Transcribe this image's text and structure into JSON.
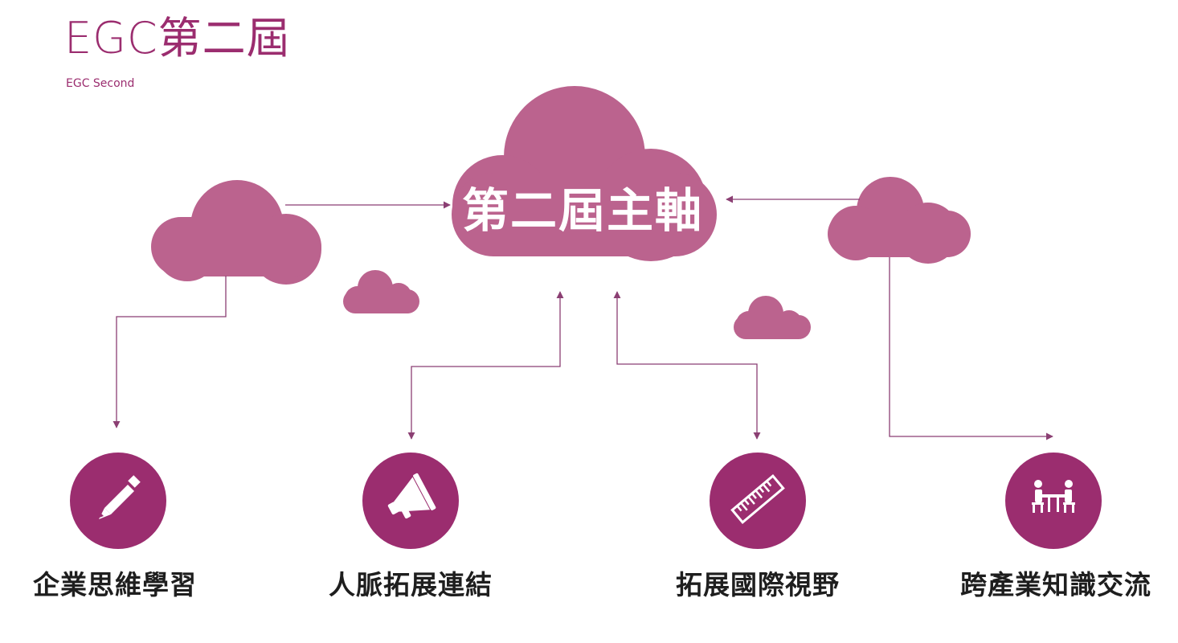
{
  "header": {
    "title": "EGC第二屆",
    "subtitle": "EGC Second"
  },
  "hub": {
    "label": "第二屆主軸"
  },
  "nodes": [
    {
      "label": "企業思維學習",
      "icon": "pencil-icon"
    },
    {
      "label": "人脈拓展連結",
      "icon": "megaphone-icon"
    },
    {
      "label": "拓展國際視野",
      "icon": "ruler-icon"
    },
    {
      "label": "跨產業知識交流",
      "icon": "meeting-table-icon"
    }
  ],
  "colors": {
    "accent": "#9b2d6f",
    "cloud": "#bb638e",
    "line": "#8b3f73",
    "text": "#1e1e1e",
    "background": "#ffffff"
  }
}
